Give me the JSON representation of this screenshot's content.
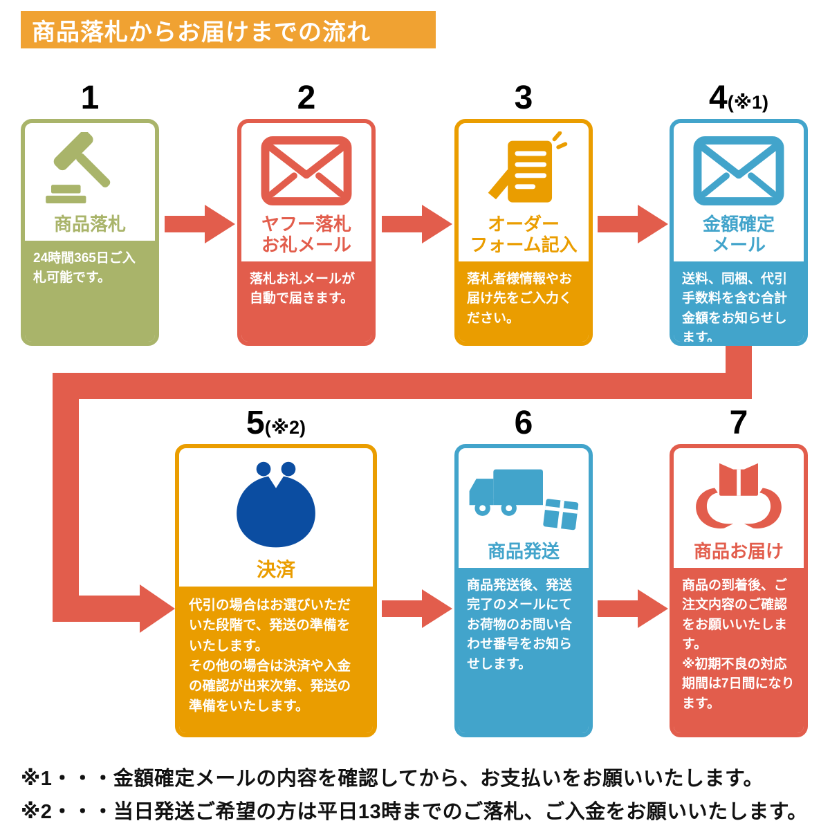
{
  "header": {
    "title": "商品落札からお届けまでの流れ",
    "bg": "#f0a232",
    "text_color": "#ffffff"
  },
  "colors": {
    "arrow": "#e25d4c",
    "purse_icon": "#0b4da1",
    "number_text": "#000000",
    "background": "#ffffff"
  },
  "steps": [
    {
      "number": "1",
      "number_suffix": "",
      "title": "商品落札",
      "desc": "24時間365日ご入札可能です。",
      "color": "#a9b46a",
      "icon": "gavel-icon"
    },
    {
      "number": "2",
      "number_suffix": "",
      "title": "ヤフー落札\nお礼メール",
      "desc": "落札お礼メールが自動で届きます。",
      "color": "#e25d4c",
      "icon": "mail-icon"
    },
    {
      "number": "3",
      "number_suffix": "",
      "title": "オーダー\nフォーム記入",
      "desc": "落札者様情報やお届け先をご入力ください。",
      "color": "#ea9d00",
      "icon": "order-form-icon"
    },
    {
      "number": "4",
      "number_suffix": "(※1)",
      "title": "金額確定\nメール",
      "desc": "送料、同梱、代引手数料を含む合計金額をお知らせします。",
      "color": "#42a4cb",
      "icon": "mail-icon"
    },
    {
      "number": "5",
      "number_suffix": "(※2)",
      "title": "決済",
      "desc": "代引の場合はお選びいただいた段階で、発送の準備をいたします。\nその他の場合は決済や入金の確認が出来次第、発送の準備をいたします。",
      "color": "#ea9d00",
      "icon": "coin-purse-icon"
    },
    {
      "number": "6",
      "number_suffix": "",
      "title": "商品発送",
      "desc": "商品発送後、発送完了のメールにてお荷物のお問い合わせ番号をお知らせします。",
      "color": "#42a4cb",
      "icon": "truck-icon"
    },
    {
      "number": "7",
      "number_suffix": "",
      "title": "商品お届け",
      "desc": "商品の到着後、ご注文内容のご確認をお願いいたします。\n※初期不良の対応期間は7日間になります。",
      "color": "#e25d4c",
      "icon": "delivery-hands-icon"
    }
  ],
  "footnotes": [
    "※1・・・金額確定メールの内容を確認してから、お支払いをお願いいたします。",
    "※2・・・当日発送ご希望の方は平日13時までのご落札、ご入金をお願いいたします。"
  ]
}
